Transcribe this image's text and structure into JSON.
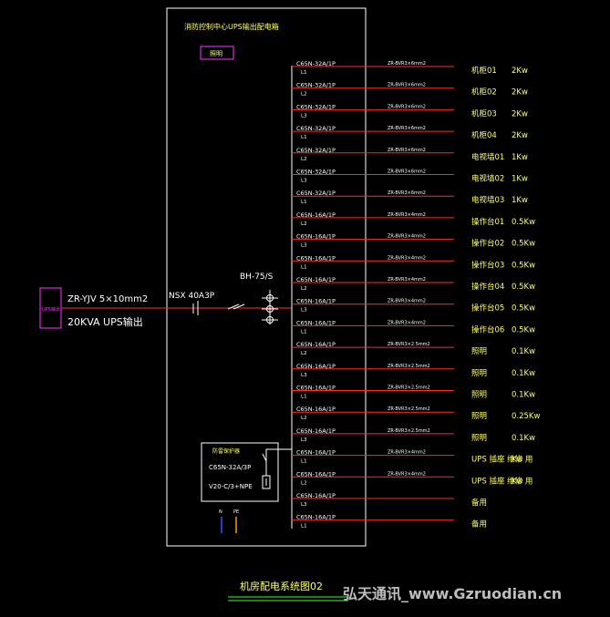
{
  "panel": {
    "title": "消防控制中心UPS输出配电箱",
    "tag": "照明"
  },
  "incoming": {
    "box_label": "UPS输出",
    "cable": "ZR-YJV 5×10mm2",
    "source": "20KVA UPS输出",
    "main_breaker": "NSX 40A3P",
    "spd": "BH-75/S"
  },
  "surge_box": {
    "title": "防雷保护器",
    "breaker": "C65N-32A/3P",
    "spd_model": "V20-C/3+NPE",
    "n_label": "N",
    "pe_label": "PE"
  },
  "circuits": [
    {
      "breaker": "C65N-32A/1P",
      "phase": "L1",
      "cable": "ZR-BVR3×6mm2",
      "load": "机柜01",
      "power": "2Kw"
    },
    {
      "breaker": "C65N-32A/1P",
      "phase": "L2",
      "cable": "ZR-BVR3×6mm2",
      "load": "机柜02",
      "power": "2Kw"
    },
    {
      "breaker": "C65N-32A/1P",
      "phase": "L3",
      "cable": "ZR-BVR3×6mm2",
      "load": "机柜03",
      "power": "2Kw"
    },
    {
      "breaker": "C65N-32A/1P",
      "phase": "L1",
      "cable": "ZR-BVR3×6mm2",
      "load": "机柜04",
      "power": "2Kw"
    },
    {
      "breaker": "C65N-32A/1P",
      "phase": "L2",
      "cable": "ZR-BVR3×6mm2",
      "load": "电视墙01",
      "power": "1Kw"
    },
    {
      "breaker": "C65N-32A/1P",
      "phase": "L3",
      "cable": "ZR-BVR3×6mm2",
      "load": "电视墙02",
      "power": "1Kw"
    },
    {
      "breaker": "C65N-32A/1P",
      "phase": "L1",
      "cable": "ZR-BVR3×6mm2",
      "load": "电视墙03",
      "power": "1Kw"
    },
    {
      "breaker": "C65N-16A/1P",
      "phase": "L2",
      "cable": "ZR-BVR3×4mm2",
      "load": "操作台01",
      "power": "0.5Kw"
    },
    {
      "breaker": "C65N-16A/1P",
      "phase": "L3",
      "cable": "ZR-BVR3×4mm2",
      "load": "操作台02",
      "power": "0.5Kw"
    },
    {
      "breaker": "C65N-16A/1P",
      "phase": "L1",
      "cable": "ZR-BVR3×4mm2",
      "load": "操作台03",
      "power": "0.5Kw"
    },
    {
      "breaker": "C65N-16A/1P",
      "phase": "L2",
      "cable": "ZR-BVR3×4mm2",
      "load": "操作台04",
      "power": "0.5Kw"
    },
    {
      "breaker": "C65N-16A/1P",
      "phase": "L3",
      "cable": "ZR-BVR3×4mm2",
      "load": "操作台05",
      "power": "0.5Kw"
    },
    {
      "breaker": "C65N-16A/1P",
      "phase": "L1",
      "cable": "ZR-BVR3×4mm2",
      "load": "操作台06",
      "power": "0.5Kw"
    },
    {
      "breaker": "C65N-16A/1P",
      "phase": "L2",
      "cable": "ZR-BVR3×2.5mm2",
      "load": "照明",
      "power": "0.1Kw"
    },
    {
      "breaker": "C65N-16A/1P",
      "phase": "L3",
      "cable": "ZR-BVR3×2.5mm2",
      "load": "照明",
      "power": "0.1Kw"
    },
    {
      "breaker": "C65N-16A/1P",
      "phase": "L1",
      "cable": "ZR-BVR3×2.5mm2",
      "load": "照明",
      "power": "0.1Kw"
    },
    {
      "breaker": "C65N-16A/1P",
      "phase": "L2",
      "cable": "ZR-BVR3×2.5mm2",
      "load": "照明",
      "power": "0.25Kw"
    },
    {
      "breaker": "C65N-16A/1P",
      "phase": "L3",
      "cable": "ZR-BVR3×2.5mm2",
      "load": "照明",
      "power": "0.1Kw"
    },
    {
      "breaker": "C65N-16A/1P",
      "phase": "L1",
      "cable": "ZR-BVR3×4mm2",
      "load": "UPS 插座 维修 用",
      "power": "Kw"
    },
    {
      "breaker": "C65N-16A/1P",
      "phase": "L2",
      "cable": "ZR-BVR3×4mm2",
      "load": "UPS 插座 维修 用",
      "power": "Kw"
    },
    {
      "breaker": "C65N-16A/1P",
      "phase": "L3",
      "cable": "",
      "load": "备用",
      "power": ""
    },
    {
      "breaker": "C65N-16A/1P",
      "phase": "L1",
      "cable": "",
      "load": "备用",
      "power": ""
    }
  ],
  "footer": {
    "caption": "机房配电系统图02",
    "watermark": "弘天通讯_www.Gzruodian.cn"
  }
}
